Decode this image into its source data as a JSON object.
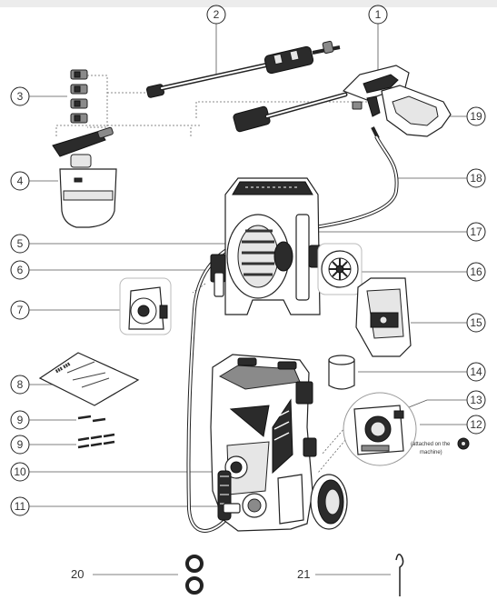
{
  "callouts": [
    {
      "id": "1",
      "text": "1"
    },
    {
      "id": "2",
      "text": "2"
    },
    {
      "id": "3",
      "text": "3"
    },
    {
      "id": "4",
      "text": "4"
    },
    {
      "id": "5",
      "text": "5"
    },
    {
      "id": "6",
      "text": "6"
    },
    {
      "id": "7",
      "text": "7"
    },
    {
      "id": "8",
      "text": "8"
    },
    {
      "id": "9a",
      "text": "9"
    },
    {
      "id": "9b",
      "text": "9"
    },
    {
      "id": "10",
      "text": "10"
    },
    {
      "id": "11",
      "text": "11"
    },
    {
      "id": "12",
      "text": "12"
    },
    {
      "id": "13",
      "text": "13"
    },
    {
      "id": "14",
      "text": "14"
    },
    {
      "id": "15",
      "text": "15"
    },
    {
      "id": "16",
      "text": "16"
    },
    {
      "id": "17",
      "text": "17"
    },
    {
      "id": "18",
      "text": "18"
    },
    {
      "id": "19",
      "text": "19"
    }
  ],
  "plain_labels": {
    "l20": "20",
    "l21": "21"
  },
  "note_line1": "(attached on the",
  "note_line2": "machine)"
}
